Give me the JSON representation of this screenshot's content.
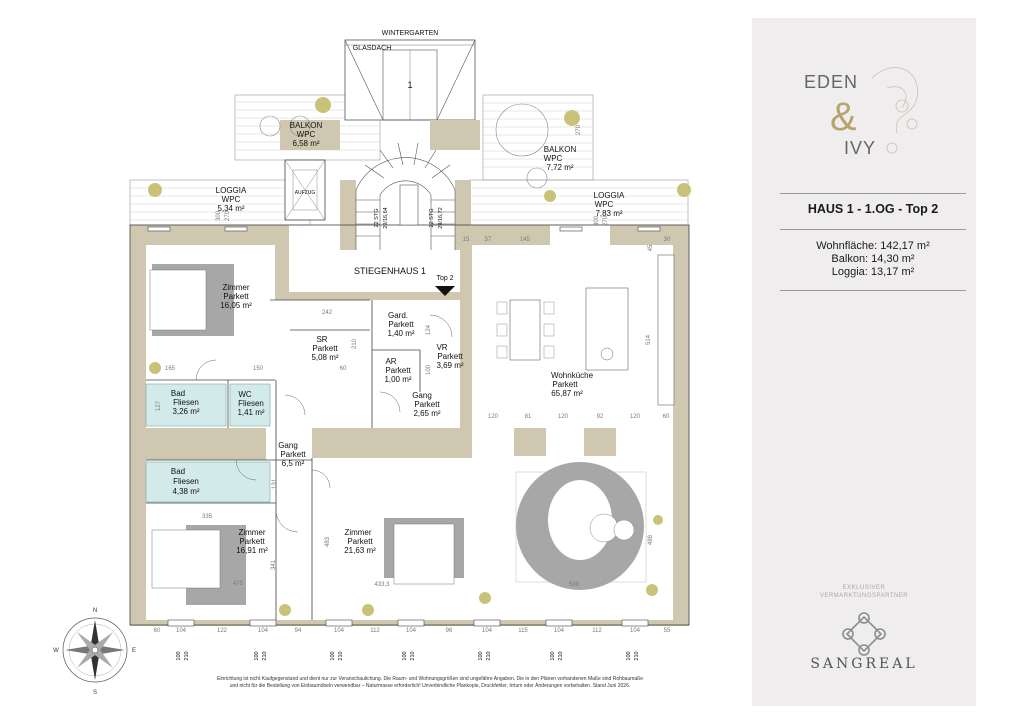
{
  "rooms": {
    "wintergarten": {
      "name": "WINTERGARTEN"
    },
    "glasdach": {
      "name": "GLASDACH",
      "number": "1"
    },
    "balkon_left": {
      "name": "BALKON",
      "material": "WPC",
      "area": "6,58 m²"
    },
    "balkon_right": {
      "name": "BALKON",
      "material": "WPC",
      "area": "7,72 m²"
    },
    "loggia_left": {
      "name": "LOGGIA",
      "material": "WPC",
      "area": "5,34 m²"
    },
    "loggia_right": {
      "name": "LOGGIA",
      "material": "WPC",
      "area": "7,83 m²"
    },
    "aufzug": {
      "name": "AUFZUG"
    },
    "stiegenhaus": {
      "name": "STIEGENHAUS 1"
    },
    "top": {
      "label": "Top 2"
    },
    "zimmer1": {
      "name": "Zimmer",
      "material": "Parkett",
      "area": "16,05 m²"
    },
    "sr": {
      "name": "SR",
      "material": "Parkett",
      "area": "5,08 m²"
    },
    "gard": {
      "name": "Gard.",
      "material": "Parkett",
      "area": "1,40 m²"
    },
    "ar": {
      "name": "AR",
      "material": "Parkett",
      "area": "1,00 m²"
    },
    "vr": {
      "name": "VR",
      "material": "Parkett",
      "area": "3,69 m²"
    },
    "gang1": {
      "name": "Gang",
      "material": "Parkett",
      "area": "2,65 m²"
    },
    "bad1": {
      "name": "Bad",
      "material": "Fliesen",
      "area": "3,26 m²"
    },
    "wc": {
      "name": "WC",
      "material": "Fliesen",
      "area": "1,41 m²"
    },
    "gang2": {
      "name": "Gang",
      "material": "Parkett",
      "area": "6,5 m²"
    },
    "bad2": {
      "name": "Bad",
      "material": "Fliesen",
      "area": "4,38 m²"
    },
    "zimmer2": {
      "name": "Zimmer",
      "material": "Parkett",
      "area": "16,91 m²"
    },
    "zimmer3": {
      "name": "Zimmer",
      "material": "Parkett",
      "area": "21,63 m²"
    },
    "wohnkueche": {
      "name": "Wohnküche",
      "material": "Parkett",
      "area": "65,87 m²"
    }
  },
  "stairs": {
    "left": {
      "line1": "22 STG",
      "line2": "29/16,64"
    },
    "right": {
      "line1": "22 STG",
      "line2": "29/16,72"
    }
  },
  "dimensions": {
    "loggia_l_a": "300",
    "loggia_l_b": "270",
    "loggia_r_a": "300",
    "loggia_r_b": "270",
    "balkon_r_270": "270",
    "top_15": "15",
    "top_57": "57",
    "top_145": "145",
    "top_45": "45",
    "top_30": "30",
    "d242": "242",
    "d210": "210",
    "d165": "165",
    "d150": "150",
    "d60": "60",
    "d124": "124",
    "d100": "100",
    "d127": "127",
    "d514": "514",
    "d335": "335",
    "d475": "475",
    "d341": "341",
    "d131": "131",
    "d483": "483",
    "d433": "433,3",
    "d598": "598",
    "d488": "488",
    "r120a": "120",
    "r81": "81",
    "r120b": "120",
    "r92": "92",
    "r120c": "120",
    "r60": "60",
    "b60": "60",
    "b104a": "104",
    "b122": "122",
    "b104b": "104",
    "b94": "94",
    "b104c": "104",
    "b112": "112",
    "b104d": "104",
    "b96": "96",
    "b104e": "104",
    "b115": "115",
    "b104f": "104",
    "b112b": "112",
    "b104g": "104",
    "b55": "55",
    "w_a": "100",
    "w_b": "210"
  },
  "compass": {
    "n": "N",
    "s": "S",
    "e": "E",
    "w": "W"
  },
  "logo": {
    "line1": "EDEN",
    "amp": "&",
    "line2": "IVY"
  },
  "panel": {
    "title": "HAUS 1 - 1.OG - Top 2",
    "wohnflaeche": "Wohnfläche: 142,17 m²",
    "balkon": "Balkon: 14,30 m²",
    "loggia": "Loggia: 13,17 m²",
    "partner_1": "EXKLUSIVER",
    "partner_2": "VERMARKTUNGSPARTNER",
    "brand": "SANGREAL"
  },
  "disclaimer": {
    "line1": "Einrichtung ist nicht Kaufgegenstand und dient nur zur Veranschaulichung. Die Raum- und Wohnungsgrößen sind ungefähre Angaben. Die in den Plänen vorhandenen Maße sind Rohbaumaße",
    "line2": "und nicht für die Bestellung von Einbaumöbeln verwendbar – Naturmasse erforderlich! Unverbindliche Plankopie, Druckfehler, Irrtum oder Änderungen vorbehalten. Stand Juni 2026."
  },
  "colors": {
    "wall": "#cfc7b0",
    "tile": "#d3eaea",
    "furniture": "#a7a7a7",
    "panel": "#efeded",
    "logo_gold": "#b8a36a"
  }
}
